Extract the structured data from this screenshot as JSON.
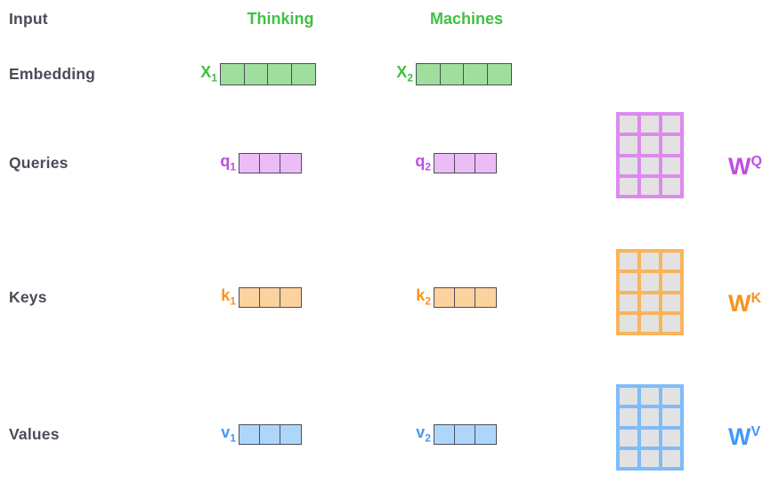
{
  "figure": {
    "row_labels": {
      "input": "Input",
      "embedding": "Embedding",
      "queries": "Queries",
      "keys": "Keys",
      "values": "Values"
    },
    "words": {
      "first": "Thinking",
      "second": "Machines"
    },
    "vectors": {
      "x1": {
        "base": "X",
        "sub": "1",
        "cells": 4
      },
      "x2": {
        "base": "X",
        "sub": "2",
        "cells": 4
      },
      "q1": {
        "base": "q",
        "sub": "1",
        "cells": 3
      },
      "q2": {
        "base": "q",
        "sub": "2",
        "cells": 3
      },
      "k1": {
        "base": "k",
        "sub": "1",
        "cells": 3
      },
      "k2": {
        "base": "k",
        "sub": "2",
        "cells": 3
      },
      "v1": {
        "base": "v",
        "sub": "1",
        "cells": 3
      },
      "v2": {
        "base": "v",
        "sub": "2",
        "cells": 3
      }
    },
    "matrices": {
      "wq": {
        "base": "W",
        "sup": "Q",
        "rows": 4,
        "cols": 3
      },
      "wk": {
        "base": "W",
        "sup": "K",
        "rows": 4,
        "cols": 3
      },
      "wv": {
        "base": "W",
        "sup": "V",
        "rows": 4,
        "cols": 3
      }
    }
  },
  "colors": {
    "text-dark": "#4b4c57",
    "green-accent": "#41c044",
    "green-fill": "#a0de9d",
    "purple-accent": "#c04ce4",
    "purple-fill": "#ecbcf7",
    "purple-grid": "#dd8aee",
    "orange-accent": "#f8931d",
    "orange-fill": "#fcd29e",
    "orange-grid": "#f9b45c",
    "blue-accent": "#4399f5",
    "blue-fill": "#aed6fb",
    "blue-grid": "#7fbcf8",
    "cell-border": "#4d4d59",
    "matrix-cell": "#e2e2e2"
  }
}
